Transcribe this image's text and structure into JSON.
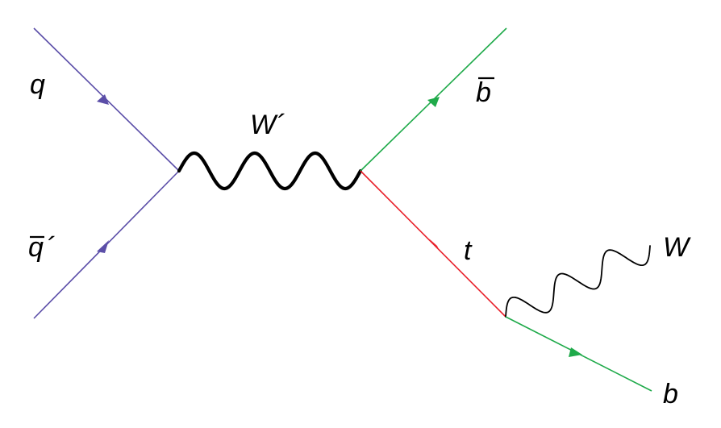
{
  "diagram": {
    "particles": {
      "q": "q",
      "qbar_prime": "q",
      "wprime": "W",
      "bbar": "b",
      "t": "t",
      "w": "W",
      "b": "b"
    },
    "prime_mark": "´"
  },
  "colors": {
    "quark_line": "#5b4ea8",
    "b_quark_line": "#1faa4a",
    "top_line": "#e8202a",
    "boson": "#000000",
    "background": "#ffffff"
  }
}
